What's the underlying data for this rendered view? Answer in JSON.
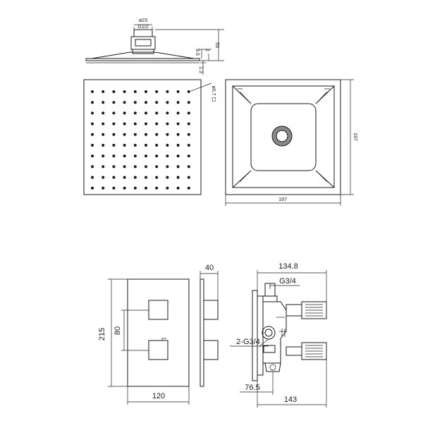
{
  "shower_head": {
    "side_view": {
      "nut_diameter": "ø23",
      "thread": "G1/2",
      "dim_total_height": "53",
      "dim_neck": "9.5",
      "dim_plate": "2",
      "dim_edge": "1.3"
    },
    "front_view": {
      "nozzle_hole": "ø0.7 口"
    },
    "top_view": {
      "dim_width": "197",
      "dim_height": "197"
    }
  },
  "valve": {
    "plate": {
      "dim_height": "215",
      "dim_button_spacing": "80",
      "dim_width": "120"
    },
    "side_view": {
      "dim_depth": "40"
    },
    "body": {
      "dim_top_width": "134.8",
      "inlet_thread": "G3/4",
      "outlet_threads": "2-G3/4",
      "dim_center": "76.5",
      "dim_bottom_width": "143"
    }
  }
}
